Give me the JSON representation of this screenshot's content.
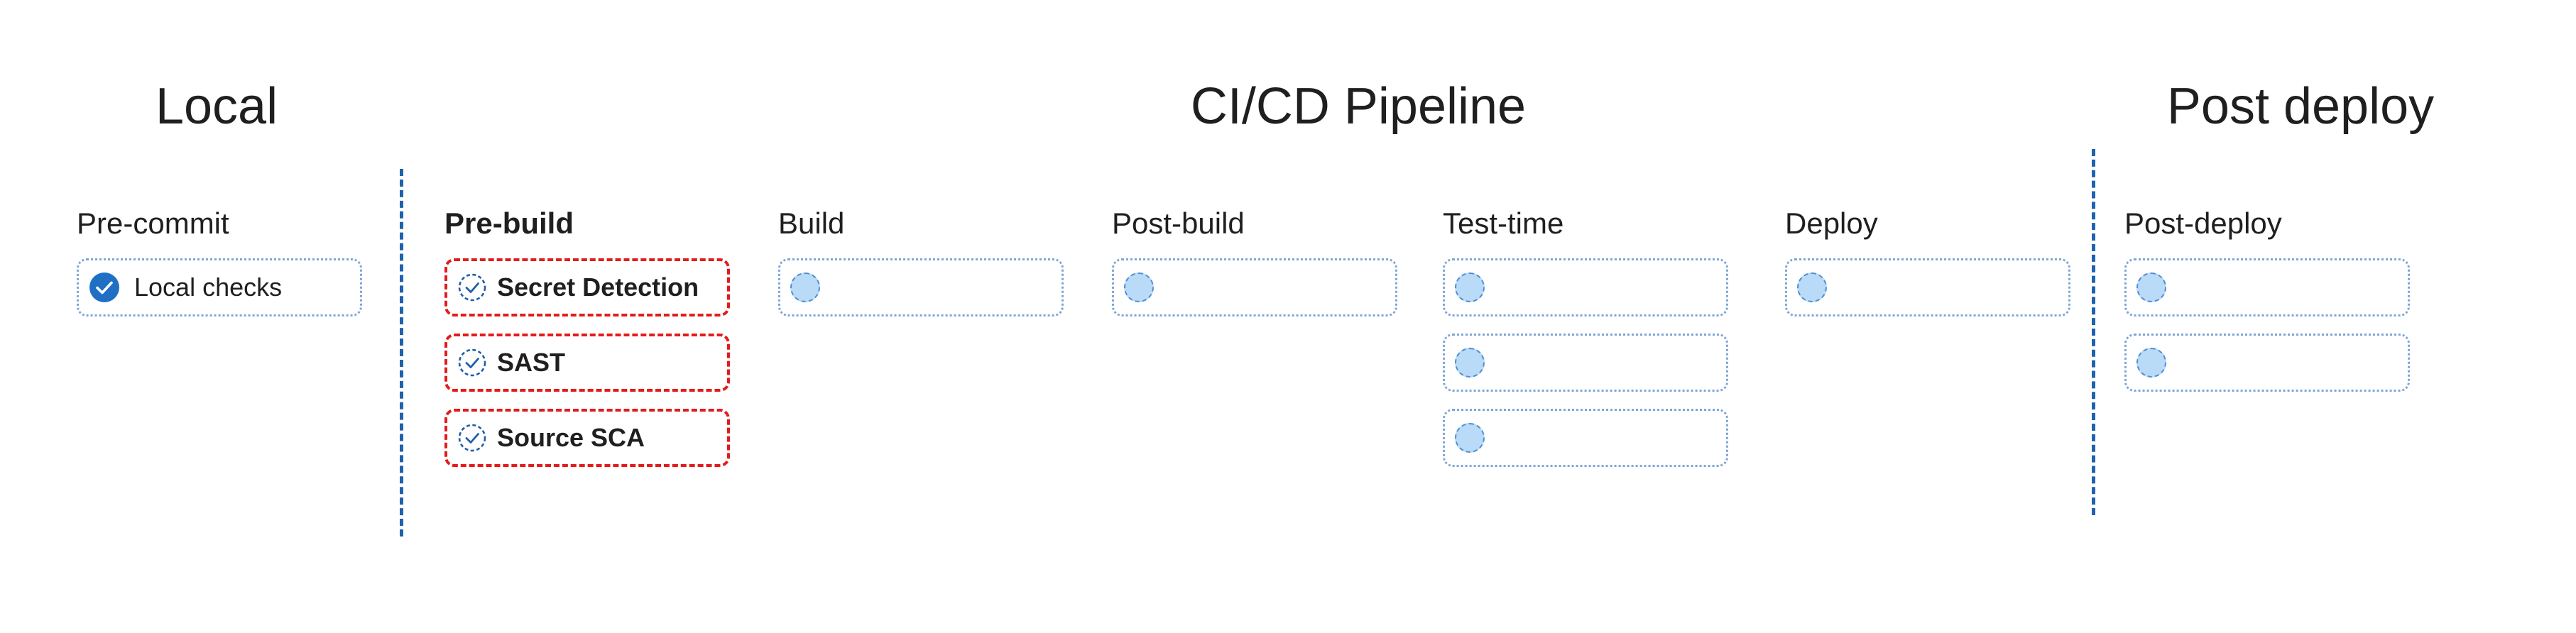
{
  "sections": {
    "local": "Local",
    "cicd": "CI/CD Pipeline",
    "post_deploy": "Post deploy"
  },
  "stages": {
    "pre_commit": {
      "label": "Pre-commit",
      "cards": [
        {
          "text": "Local checks",
          "icon": "check-circle-icon"
        }
      ]
    },
    "pre_build": {
      "label": "Pre-build",
      "cards": [
        {
          "text": "Secret Detection",
          "icon": "dashed-check-circle-icon"
        },
        {
          "text": "SAST",
          "icon": "dashed-check-circle-icon"
        },
        {
          "text": "Source SCA",
          "icon": "dashed-check-circle-icon"
        }
      ]
    },
    "build": {
      "label": "Build",
      "card_count": 1
    },
    "post_build": {
      "label": "Post-build",
      "card_count": 1
    },
    "test_time": {
      "label": "Test-time",
      "card_count": 3
    },
    "deploy": {
      "label": "Deploy",
      "card_count": 1
    },
    "post_deploy": {
      "label": "Post-deploy",
      "card_count": 2
    }
  },
  "colors": {
    "divider": "#1e62b0",
    "card_border": "#7ea6d6",
    "highlight_border": "#e31b1b",
    "placeholder_fill": "#b9dbf7",
    "check_fill": "#1f6fc4"
  }
}
